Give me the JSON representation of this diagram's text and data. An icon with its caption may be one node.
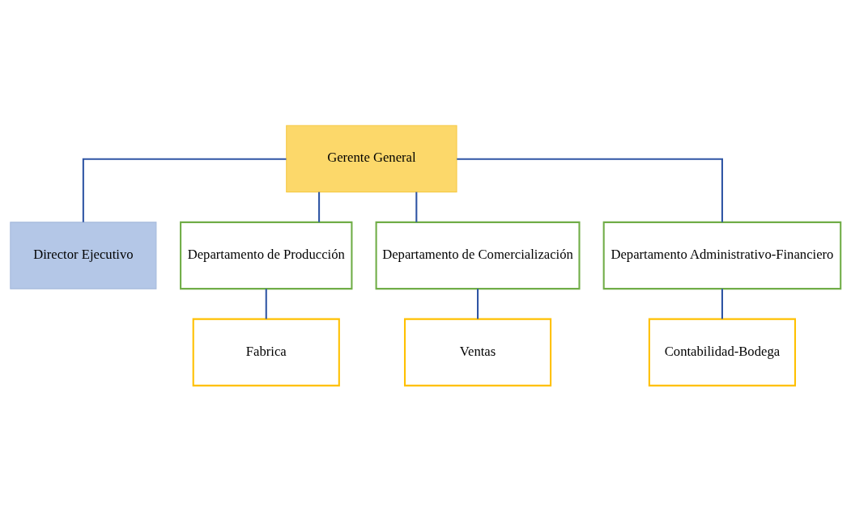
{
  "diagram": {
    "nodes": [
      {
        "text": [
          "Gerente General"
        ]
      },
      {
        "text": [
          "Director Ejecutivo"
        ]
      },
      {
        "text": [
          "Departamento de Producción"
        ]
      },
      {
        "text": [
          "Departamento de Comercialización"
        ]
      },
      {
        "text": [
          "Departamento Administrativo-Financiero"
        ]
      },
      {
        "text": [
          "Fabrica"
        ]
      },
      {
        "text": [
          "Ventas"
        ]
      },
      {
        "text": [
          "Contabilidad-Bodega"
        ]
      }
    ],
    "edges": [
      {
        "from": 0,
        "to": 1,
        "arrow": "none"
      },
      {
        "from": 0,
        "to": 2,
        "arrow": "none"
      },
      {
        "from": 0,
        "to": 3,
        "arrow": "none"
      },
      {
        "from": 0,
        "to": 4,
        "arrow": "none"
      },
      {
        "from": 2,
        "to": 5,
        "arrow": "none"
      },
      {
        "from": 3,
        "to": 6,
        "arrow": "none"
      },
      {
        "from": 4,
        "to": 7,
        "arrow": "none"
      }
    ]
  }
}
